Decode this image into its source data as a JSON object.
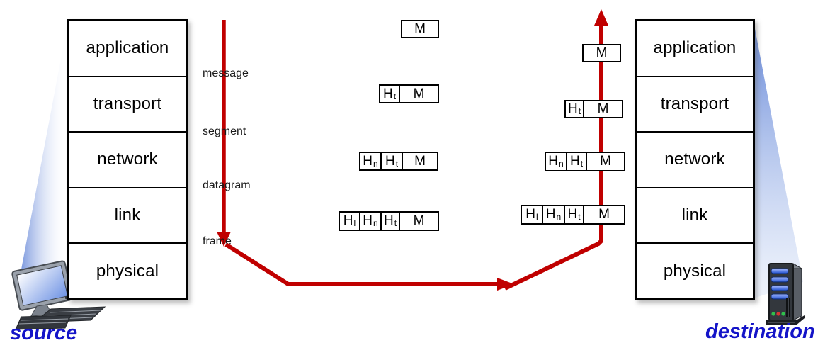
{
  "source_stack": {
    "label": "source",
    "layers": [
      "application",
      "transport",
      "network",
      "link",
      "physical"
    ]
  },
  "destination_stack": {
    "label": "destination",
    "layers": [
      "application",
      "transport",
      "network",
      "link",
      "physical"
    ]
  },
  "encapsulation_labels": [
    "message",
    "segment",
    "datagram",
    "frame"
  ],
  "packets": {
    "source": [
      {
        "name": "message",
        "cells": [
          {
            "base": "M",
            "sub": ""
          }
        ]
      },
      {
        "name": "segment",
        "cells": [
          {
            "base": "H",
            "sub": "t"
          },
          {
            "base": "M",
            "sub": ""
          }
        ]
      },
      {
        "name": "datagram",
        "cells": [
          {
            "base": "H",
            "sub": "n"
          },
          {
            "base": "H",
            "sub": "t"
          },
          {
            "base": "M",
            "sub": ""
          }
        ]
      },
      {
        "name": "frame",
        "cells": [
          {
            "base": "H",
            "sub": "l"
          },
          {
            "base": "H",
            "sub": "n"
          },
          {
            "base": "H",
            "sub": "t"
          },
          {
            "base": "M",
            "sub": ""
          }
        ]
      }
    ],
    "destination": [
      {
        "name": "message",
        "cells": [
          {
            "base": "M",
            "sub": ""
          }
        ]
      },
      {
        "name": "segment",
        "cells": [
          {
            "base": "H",
            "sub": "t"
          },
          {
            "base": "M",
            "sub": ""
          }
        ]
      },
      {
        "name": "datagram",
        "cells": [
          {
            "base": "H",
            "sub": "n"
          },
          {
            "base": "H",
            "sub": "t"
          },
          {
            "base": "M",
            "sub": ""
          }
        ]
      },
      {
        "name": "frame",
        "cells": [
          {
            "base": "H",
            "sub": "l"
          },
          {
            "base": "H",
            "sub": "n"
          },
          {
            "base": "H",
            "sub": "t"
          },
          {
            "base": "M",
            "sub": ""
          }
        ]
      }
    ]
  },
  "icons": {
    "source": "desktop-computer-icon",
    "destination": "server-icon"
  },
  "colors": {
    "arrow_red": "#c00000",
    "host_label_blue": "#1414c8",
    "beam_blue": "#5c80d6",
    "stack_border": "#000000"
  }
}
